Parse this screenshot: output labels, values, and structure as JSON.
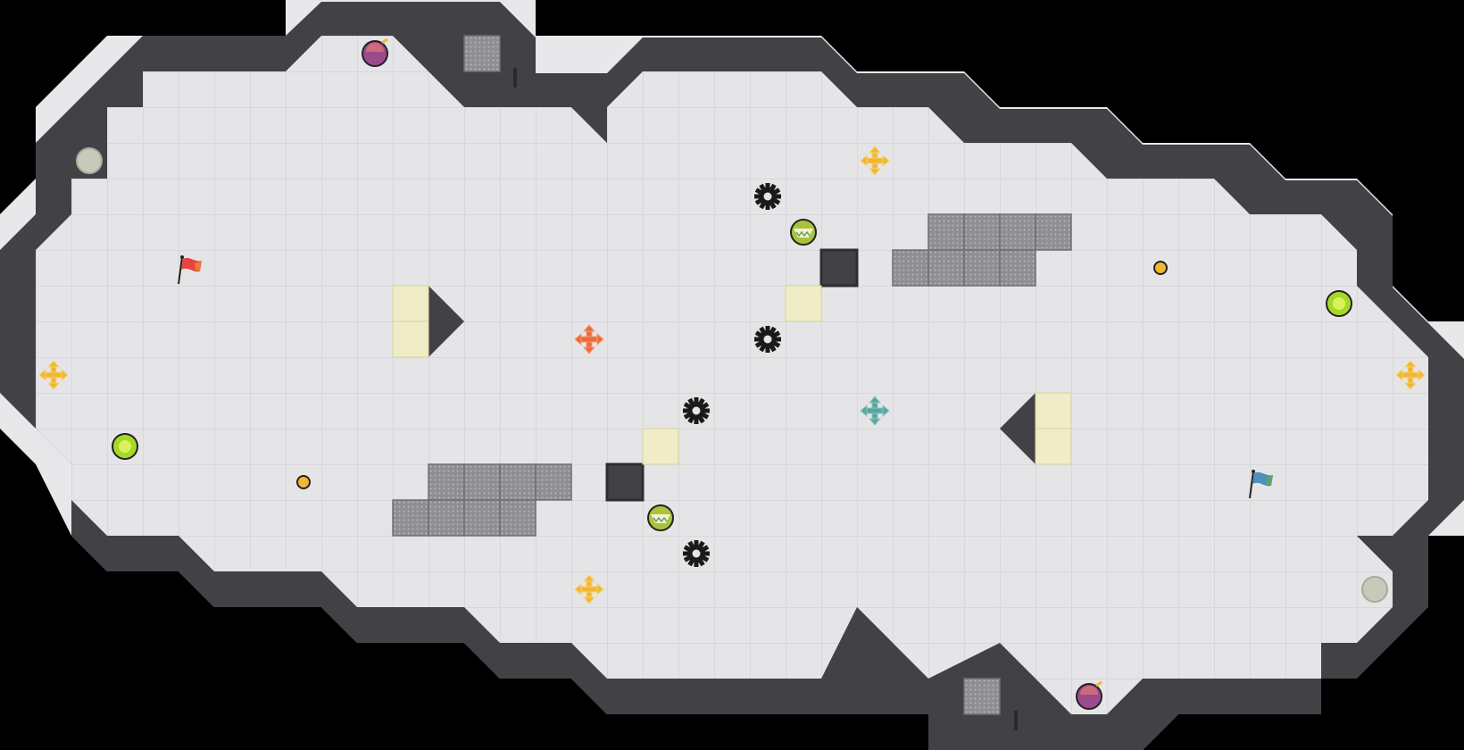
{
  "game": {
    "kind": "capture-the-flag tile arena (top-down)",
    "colors": {
      "background": "#000000",
      "floor": "#e5e5e8",
      "floor_grid": "#d3d3d6",
      "wall": "#414146",
      "wall_border": "#e8e8ea",
      "speed_tile": "#cfcfcf",
      "gate_tile": "#f0ecc6",
      "team_red": "#e8453f",
      "team_blue": "#4f8ebd",
      "boost_yellow": "#f2b632",
      "boost_red": "#ee6a3c",
      "boost_teal": "#5aa5a0"
    },
    "flags": [
      {
        "team": "red",
        "icon": "red-flag-icon"
      },
      {
        "team": "blue",
        "icon": "blue-flag-icon"
      }
    ],
    "entity_types": [
      "spike",
      "boost",
      "powerup",
      "bomb",
      "button",
      "portal",
      "gate",
      "speed-tile"
    ]
  }
}
